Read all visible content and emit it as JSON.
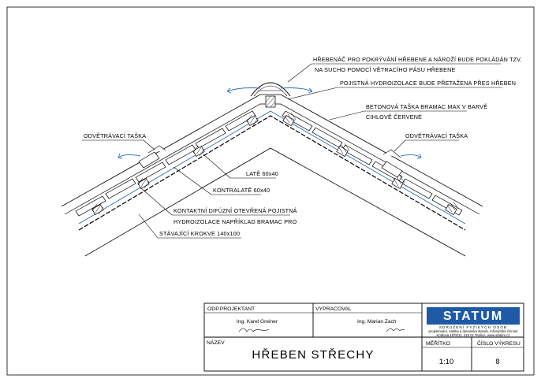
{
  "drawing": {
    "labels": {
      "ridge_note_line1": "HŘEBENÁČ PRO POKRÝVÁNÍ HŘEBENE A NÁROŽÍ BUDE POKLÁDÁN TZV.",
      "ridge_note_line2": "NA SUCHO POMOCÍ VĚTRACÍHO PÁSU HŘEBENE",
      "membrane_note": "POJISTNÁ HYDROIZOLACE BUDE PŘETAŽENA PŘES HŘEBEN",
      "tile_note_line1": "BETONOVÁ TAŠKA BRAMAC MAX V BARVĚ",
      "tile_note_line2": "CIHLOVĚ ČERVENÉ",
      "vent_tile_left": "ODVĚTRÁVACÍ TAŠKA",
      "vent_tile_right": "ODVĚTRÁVACÍ TAŠKA",
      "batten": "LATĚ 60x40",
      "counter_batten": "KONTRALATĚ 60x40",
      "contact_membrane_line1": "KONTAKTNÍ DIFÚZNÍ OTEVŘENÁ POJISTNÁ",
      "contact_membrane_line2": "HYDROIZOLACE NAPŘÍKLAD BRAMAC PRO",
      "rafters": "STÁVAJÍCÍ KROKVE 140x100"
    }
  },
  "title_block": {
    "designer_header": "ODP.PROJEKTANT",
    "designer_name": "Ing. Karel Greiner",
    "drawn_header": "VYPRACOVAL",
    "drawn_name": "Ing. Marian Zach",
    "name_header": "NÁZEV",
    "title": "HŘEBEN STŘECHY",
    "scale_header": "MĚŘÍTKO",
    "scale_value": "1:10",
    "sheet_header": "ČÍSLO VÝKRESU",
    "sheet_value": "8",
    "company": {
      "logo": "STATUM",
      "tagline": "SDRUŽENÍ FYZIKÝCH OSOB",
      "desc_line1": "projektování, statika a dynamika staveb, inženýrská činnost",
      "desc_line2": "Koldova 1878/11, 415 01  Teplice, www.statum.cz",
      "brand_color": "#1f5aa6"
    }
  }
}
